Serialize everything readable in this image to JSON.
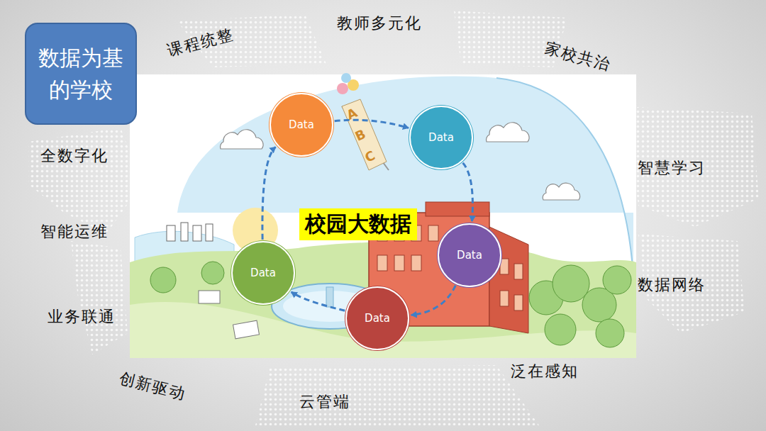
{
  "diagram": {
    "nodes": [
      {
        "text": [
          "数据为基的学校"
        ]
      },
      {
        "text": [
          "Data"
        ]
      },
      {
        "text": [
          "Data"
        ]
      },
      {
        "text": [
          "校园大数据"
        ]
      },
      {
        "text": [
          "Data"
        ]
      },
      {
        "text": [
          "Data"
        ]
      },
      {
        "text": [
          "Data"
        ]
      }
    ],
    "edges": [
      {
        "from": 1,
        "to": 2,
        "arrow": "to"
      },
      {
        "from": 2,
        "to": 4,
        "arrow": "to"
      },
      {
        "from": 4,
        "to": 6,
        "arrow": "to"
      },
      {
        "from": 6,
        "to": 5,
        "arrow": "to"
      },
      {
        "from": 5,
        "to": 1,
        "arrow": "to"
      }
    ],
    "labels": [
      "课程统整",
      "教师多元化",
      "家校共治",
      "全数字化",
      "智慧学习",
      "智能运维",
      "数据网络",
      "业务联通",
      "创新驱动",
      "云管端",
      "泛在感知",
      "A",
      "B",
      "C"
    ]
  }
}
